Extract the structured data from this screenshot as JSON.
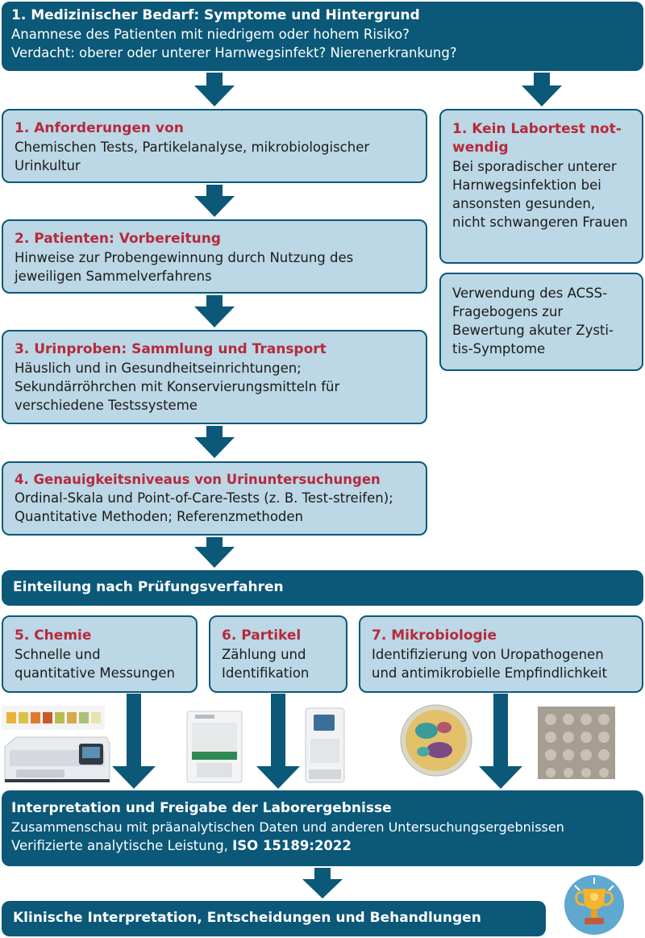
{
  "top": {
    "title": "1. Medizinischer Bedarf: Symptome und Hintergrund",
    "line1": "Anamnese des Patienten mit niedrigem oder hohem Risiko?",
    "line2": "Verdacht: oberer oder unterer Harnwegsinfekt? Nierenerkrankung?"
  },
  "steps": [
    {
      "title": "1. Anforderungen von",
      "body": "Chemischen Tests, Partikelanalyse, mikrobiologischer Urinkultur"
    },
    {
      "title": "2. Patienten: Vorbereitung",
      "body": "Hinweise zur Probengewinnung durch Nutzung des jeweiligen Sammelverfahrens"
    },
    {
      "title": "3. Urinproben: Sammlung und Transport",
      "body": "Häuslich und in Gesundheitseinrichtungen; Sekundärröhrchen mit Konservierungsmitteln für verschiedene Testssysteme"
    },
    {
      "title": "4. Genauigkeitsniveaus von Urinuntersuchungen",
      "body": "Ordinal-Skala und Point-of-Care-Tests (z. B. Test-streifen); Quantitative Methoden; Referenzmethoden"
    }
  ],
  "side": {
    "title": "1. Kein Labortest not-wendig",
    "body": "Bei sporadischer unterer Harnwegsinfektion bei ansonsten gesunden, nicht schwangeren Frauen",
    "acss": "Verwendung des ACSS-Fragebogens zur Bewertung akuter Zysti-tis-Symptome"
  },
  "division": "Einteilung nach Prüfungsverfahren",
  "methods": [
    {
      "title": "5. Chemie",
      "body": "Schnelle und quantitative Messungen"
    },
    {
      "title": "6. Partikel",
      "body": "Zählung und Identifikation"
    },
    {
      "title": "7. Mikrobiologie",
      "body": "Identifizierung von Uropathogenen und antimikrobielle Empfindlichkeit"
    }
  ],
  "interpretation": {
    "title": "Interpretation und Freigabe der Laborergebnisse",
    "line1": "Zusammenschau mit präanalytischen Daten und anderen Untersuchungsergebnissen",
    "line2_prefix": "Verifizierte analytische Leistung, ",
    "line2_bold": "ISO 15189:2022"
  },
  "final": "Klinische Interpretation, Entscheidungen und Behandlungen",
  "colors": {
    "dark": "#0b5878",
    "light": "#bcd7e5",
    "red": "#b52a3c"
  },
  "icons": [
    "test-strip-icon",
    "chemistry-analyzer-icon",
    "particle-analyzer-icon",
    "urine-analyzer-icon",
    "culture-plate-icon",
    "microplate-icon",
    "trophy-icon"
  ]
}
